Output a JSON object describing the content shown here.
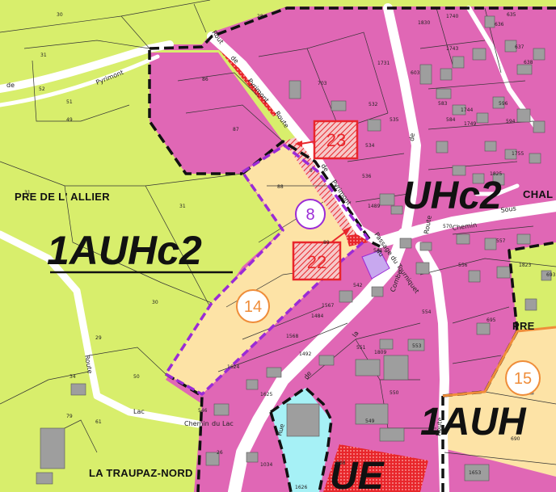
{
  "colors": {
    "agricultural": "#d8ee6c",
    "urban": "#e067b5",
    "future": "#fde3a6",
    "equipment": "#a6f1f6",
    "red": "#e8262b",
    "purple": "#9b2bd6",
    "orange": "#ef8d3a"
  },
  "zones": {
    "z1": "1AUHc2",
    "z2": "UHc2",
    "z3": "1AUH",
    "z4": "UE"
  },
  "places": {
    "p1": "PRE DE L' ALLIER",
    "p2": "LA TRAUPAZ-NORD",
    "p3": "CHAL",
    "p4": "PRE"
  },
  "roads": {
    "r1": "Pyrimont",
    "r2": "de",
    "r3": "Route",
    "r4": "de",
    "r5": "Pyrimont",
    "r6": "Rue",
    "r7": "de",
    "r8": "la",
    "r9": "Combe",
    "r10": "Chemin",
    "r11": "Sous",
    "r12": "Route",
    "r13": "de",
    "r14": "Chemin",
    "r15": "du",
    "r16": "Lac",
    "r17": "Lac",
    "r18": "Route",
    "r19": "Passage du Tourniquet",
    "r20": "Rout",
    "r21": "de",
    "r22": "Pyrimont",
    "r23": "Route",
    "r24": "du"
  },
  "markers": {
    "box22": "22",
    "box23": "23",
    "circle8": "8",
    "circle14": "14",
    "circle15": "15"
  },
  "parcels": {
    "n30": "30",
    "n28": "28",
    "n31": "31",
    "n52": "52",
    "n51": "51",
    "n49": "49",
    "n86": "86",
    "n87": "87",
    "n703": "703",
    "n532": "532",
    "n1731": "1731",
    "n535": "535",
    "n534": "534",
    "n536": "536",
    "n1489": "1489",
    "n88": "88",
    "n9": "9",
    "n89": "89",
    "n541": "541",
    "n542": "542",
    "n1567": "1567",
    "n1568": "1568",
    "n1484": "1484",
    "n1492": "1492",
    "n551": "551",
    "n1809": "1809",
    "n1624": "1624",
    "n546": "546",
    "n550": "550",
    "n549": "549",
    "n553": "553",
    "n554": "554",
    "n695": "695",
    "n690": "690",
    "n693": "693",
    "n1823": "1823",
    "n556": "556",
    "n557": "557",
    "n570": "570",
    "n1830": "1830",
    "n1740": "1740",
    "n1743": "1743",
    "n635": "635",
    "n636": "636",
    "n637": "637",
    "n638": "638",
    "n603": "603",
    "n583": "583",
    "n1744": "1744",
    "n584": "584",
    "n1749": "1749",
    "n596": "596",
    "n594": "594",
    "n1755": "1755",
    "n1825": "1825",
    "n1653": "1653",
    "n1034": "1034",
    "n1626": "1626",
    "n34": "34",
    "n79": "79",
    "n61": "61",
    "n1625": "1625",
    "n508": "508",
    "n31b": "31",
    "n30b": "30",
    "n29": "29",
    "n50": "50",
    "n31c": "31",
    "n26": "26"
  }
}
